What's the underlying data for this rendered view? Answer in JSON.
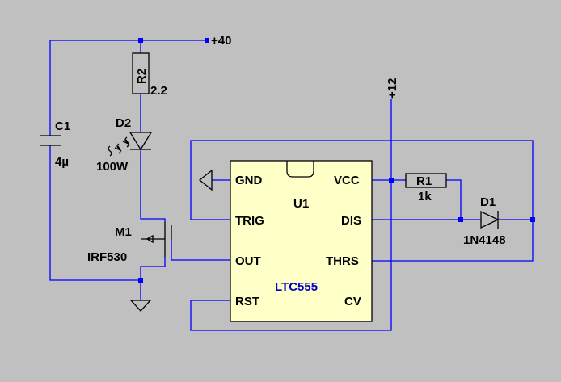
{
  "colors": {
    "background": "#c0c0c0",
    "wire": "#0000ff",
    "component": "#000000",
    "ic_body": "#ffffc8",
    "part_name": "#0000c8"
  },
  "nets": {
    "v40": "+40",
    "v12": "+12"
  },
  "components": {
    "r2": {
      "ref": "R2",
      "value": "2.2"
    },
    "d2": {
      "ref": "D2",
      "value": "100W"
    },
    "c1": {
      "ref": "C1",
      "value": "4µ"
    },
    "m1": {
      "ref": "M1",
      "value": "IRF530"
    },
    "r1": {
      "ref": "R1",
      "value": "1k"
    },
    "d1": {
      "ref": "D1",
      "value": "1N4148"
    },
    "u1": {
      "ref": "U1",
      "part": "LTC555",
      "pins": {
        "gnd": "GND",
        "vcc": "VCC",
        "trig": "TRIG",
        "dis": "DIS",
        "out": "OUT",
        "thrs": "THRS",
        "rst": "RST",
        "cv": "CV"
      }
    }
  }
}
